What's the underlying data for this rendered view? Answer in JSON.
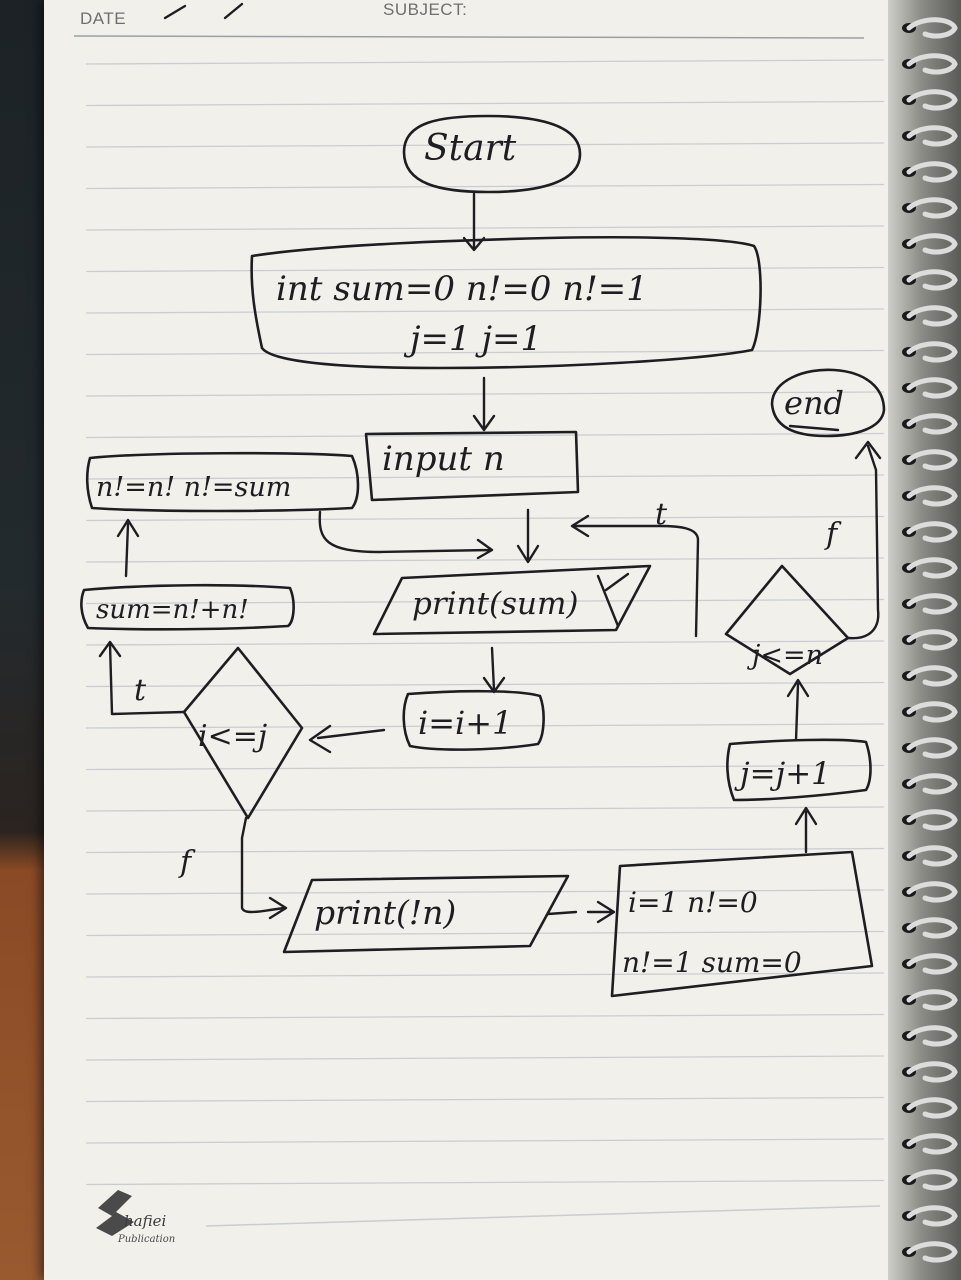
{
  "notebook": {
    "date_label": "DATE",
    "subject_label": "SUBJECT:",
    "brand": "hafiei",
    "brand_sub": "Publication"
  },
  "flowchart": {
    "start": "Start",
    "init_line1": "int  sum=0  n!=0  n!=1",
    "init_line2": "j=1   j=1",
    "input": "input n",
    "swap": "n!=n! n!=sum",
    "print_sum": "print(sum)",
    "increment_i": "i=i+1",
    "sum_update": "sum=n!+n!",
    "cond_i": "i<=j",
    "print_n": "print(!n)",
    "reset_line1": "i=1  n!=0",
    "reset_line2": "n!=1  sum=0",
    "increment_j": "j=j+1",
    "cond_j": "j<=n",
    "end": "end",
    "label_t_left": "t",
    "label_f_left": "f",
    "label_t_right": "t",
    "label_f_right": "f"
  },
  "colors": {
    "ink": "#1e1e22",
    "paper": "#f1f0eb",
    "rule_line": "#c9cdd2"
  }
}
